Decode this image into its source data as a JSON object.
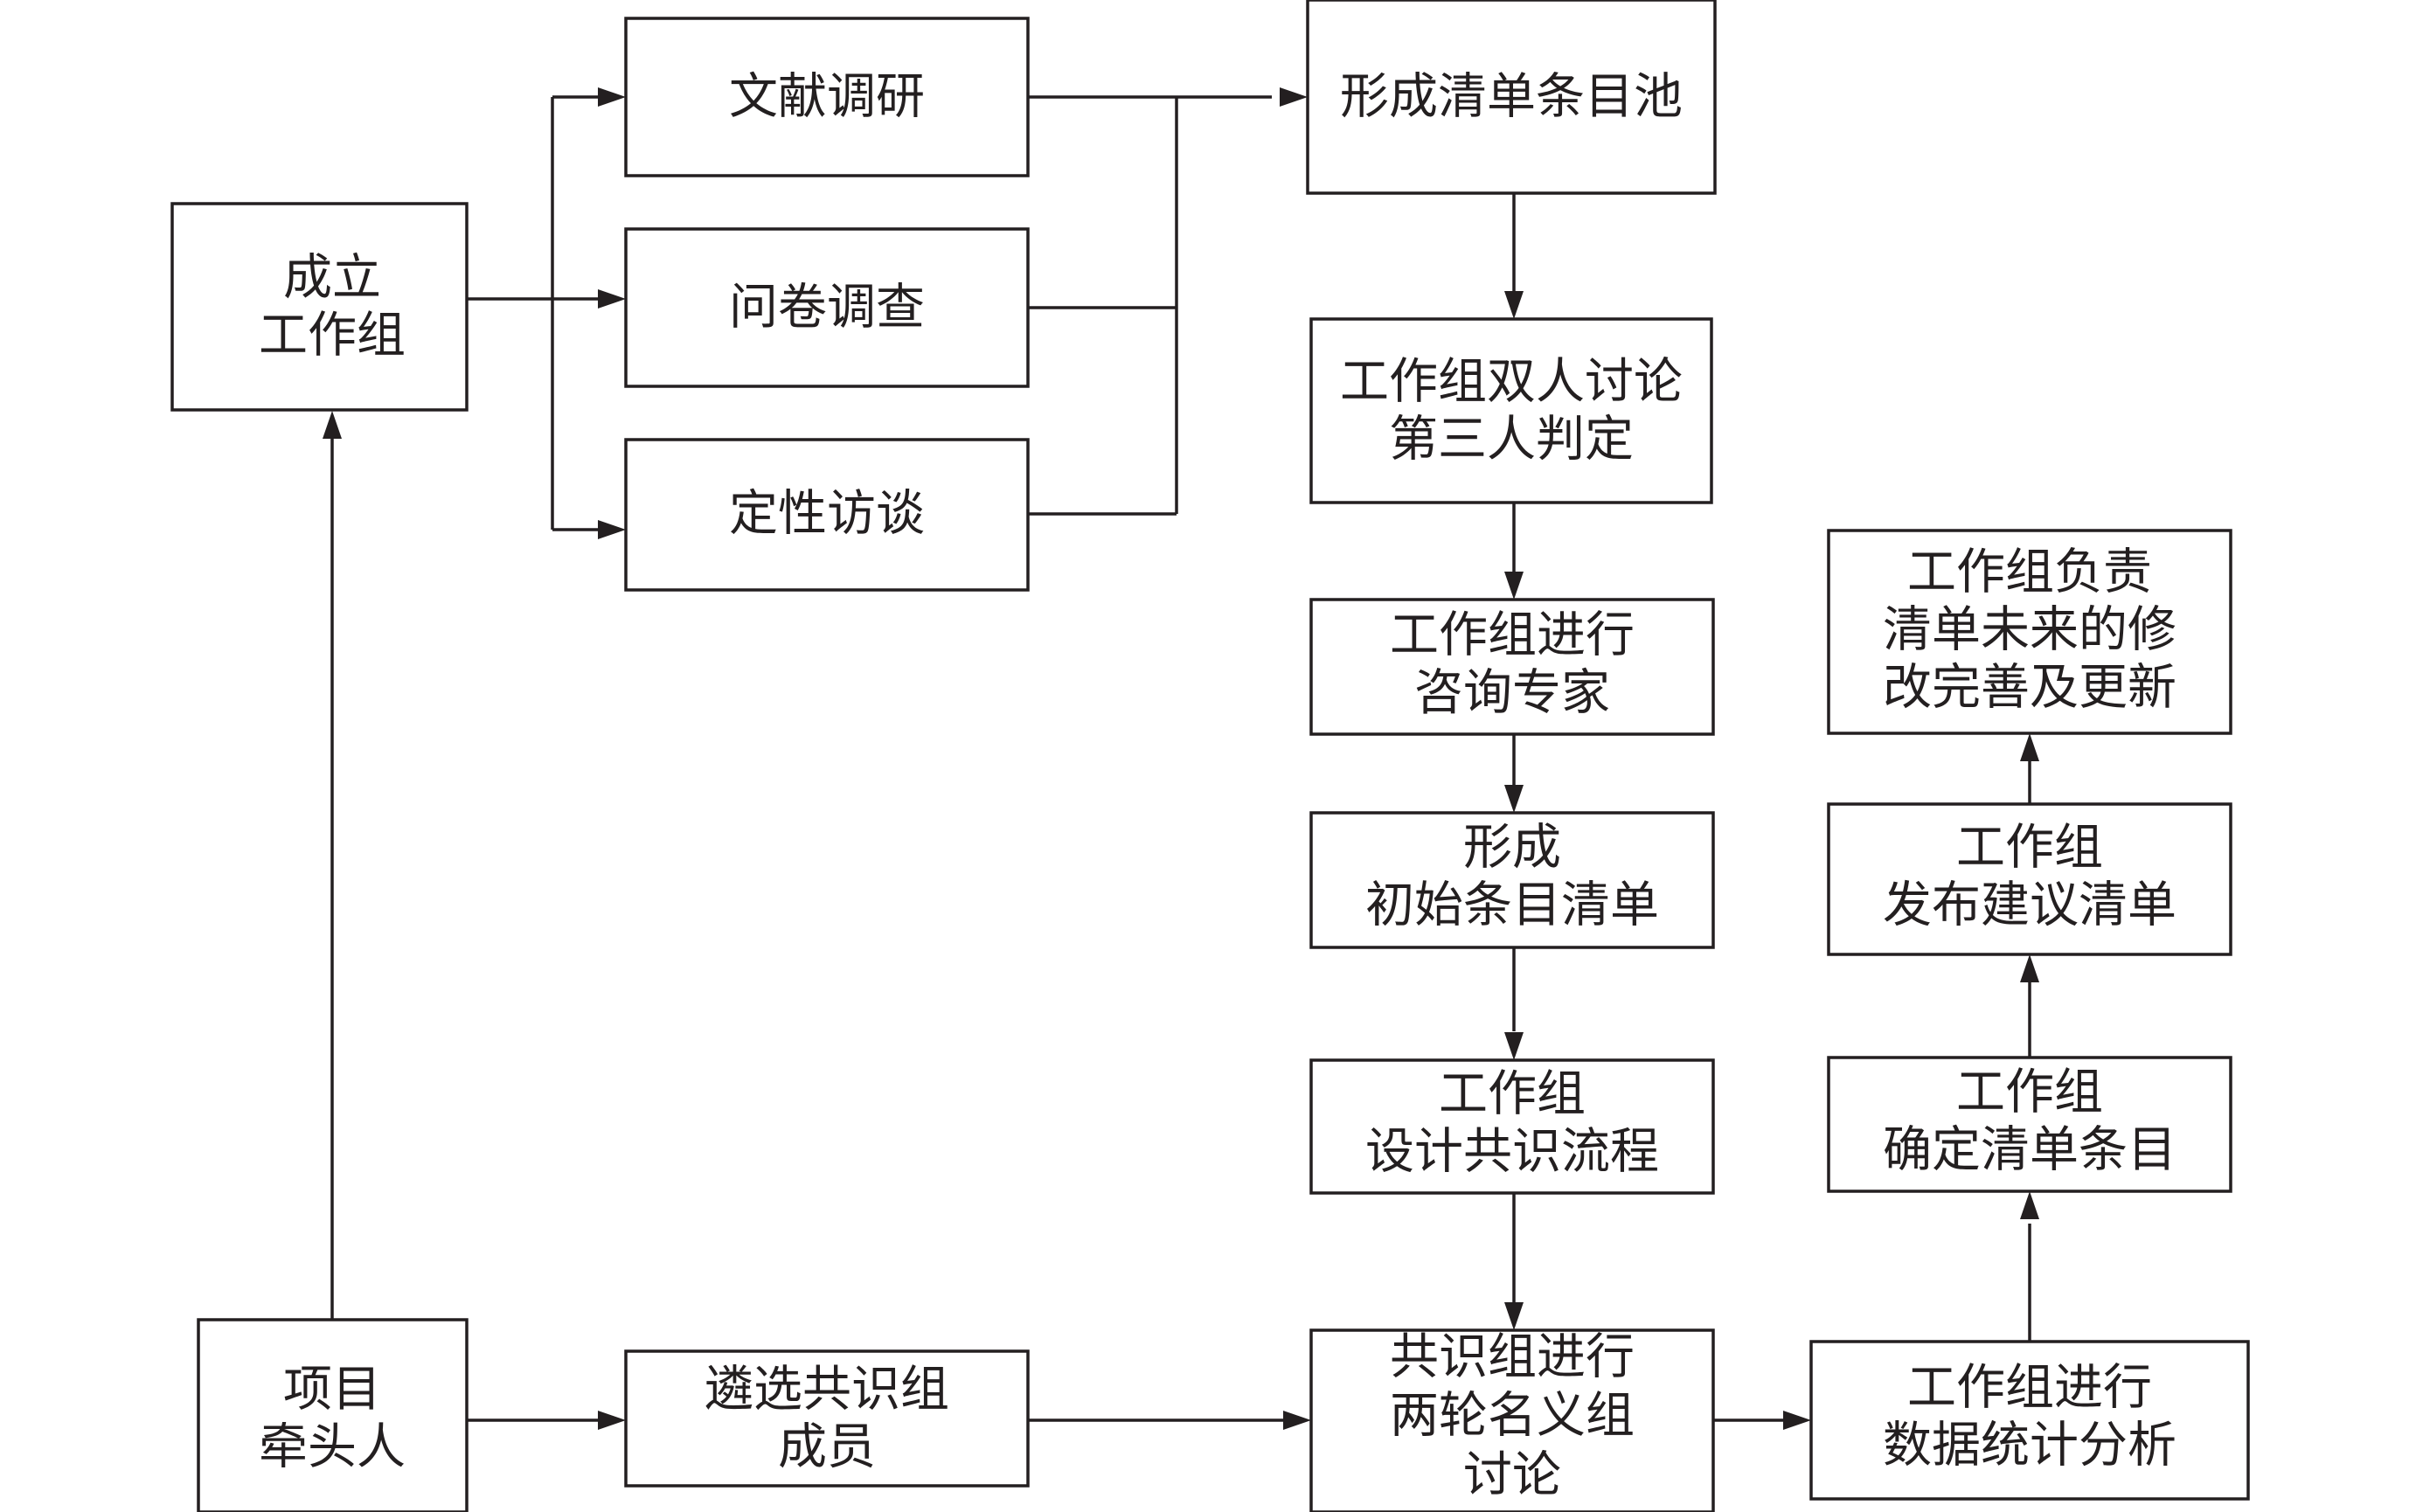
{
  "diagram": {
    "boxes": {
      "setup_group": [
        "成立",
        "工作组"
      ],
      "literature_review": [
        "文献调研"
      ],
      "questionnaire": [
        "问卷调查"
      ],
      "qualitative_interview": [
        "定性访谈"
      ],
      "item_pool": [
        "形成清单条目池"
      ],
      "pair_discussion": [
        "工作组双人讨论",
        "第三人判定"
      ],
      "consult_experts": [
        "工作组进行",
        "咨询专家"
      ],
      "initial_list": [
        "形成",
        "初始条目清单"
      ],
      "design_consensus": [
        "工作组",
        "设计共识流程"
      ],
      "nominal_group": [
        "共识组进行",
        "两轮名义组",
        "讨论"
      ],
      "statistics": [
        "工作组进行",
        "数据统计分析"
      ],
      "confirm_items": [
        "工作组",
        "确定清单条目"
      ],
      "publish_list": [
        "工作组",
        "发布建议清单"
      ],
      "future_updates": [
        "工作组负责",
        "清单未来的修",
        "改完善及更新"
      ],
      "project_leader": [
        "项目",
        "牵头人"
      ],
      "select_members": [
        "遴选共识组",
        "成员"
      ]
    }
  }
}
